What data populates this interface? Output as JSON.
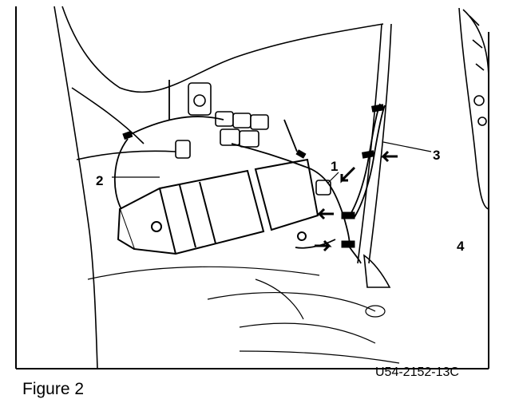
{
  "figure": {
    "caption": "Figure 2",
    "code": "U54-2152-13C",
    "callouts": [
      {
        "id": "1",
        "label": "1"
      },
      {
        "id": "2",
        "label": "2"
      },
      {
        "id": "3",
        "label": "3"
      },
      {
        "id": "4",
        "label": "4"
      }
    ]
  },
  "colors": {
    "ink": "#000000",
    "paper": "#ffffff"
  }
}
